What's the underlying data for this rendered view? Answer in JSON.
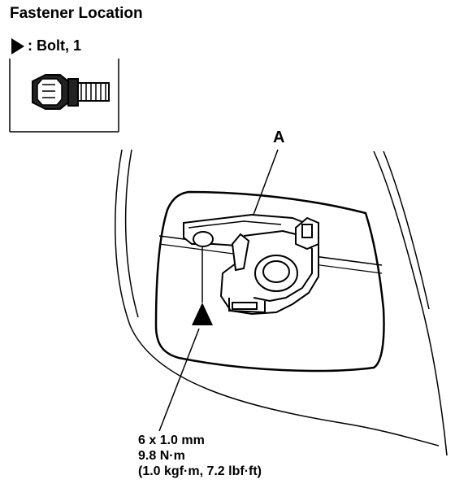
{
  "title": "Fastener Location",
  "legend": {
    "symbol": "triangle-marker-icon",
    "label": ": Bolt, 1"
  },
  "callout": {
    "label": "A"
  },
  "spec": {
    "size": "6 x 1.0 mm",
    "torque_nm": "9.8 N·m",
    "torque_alt": "(1.0 kgf·m, 7.2 lbf·ft)"
  }
}
